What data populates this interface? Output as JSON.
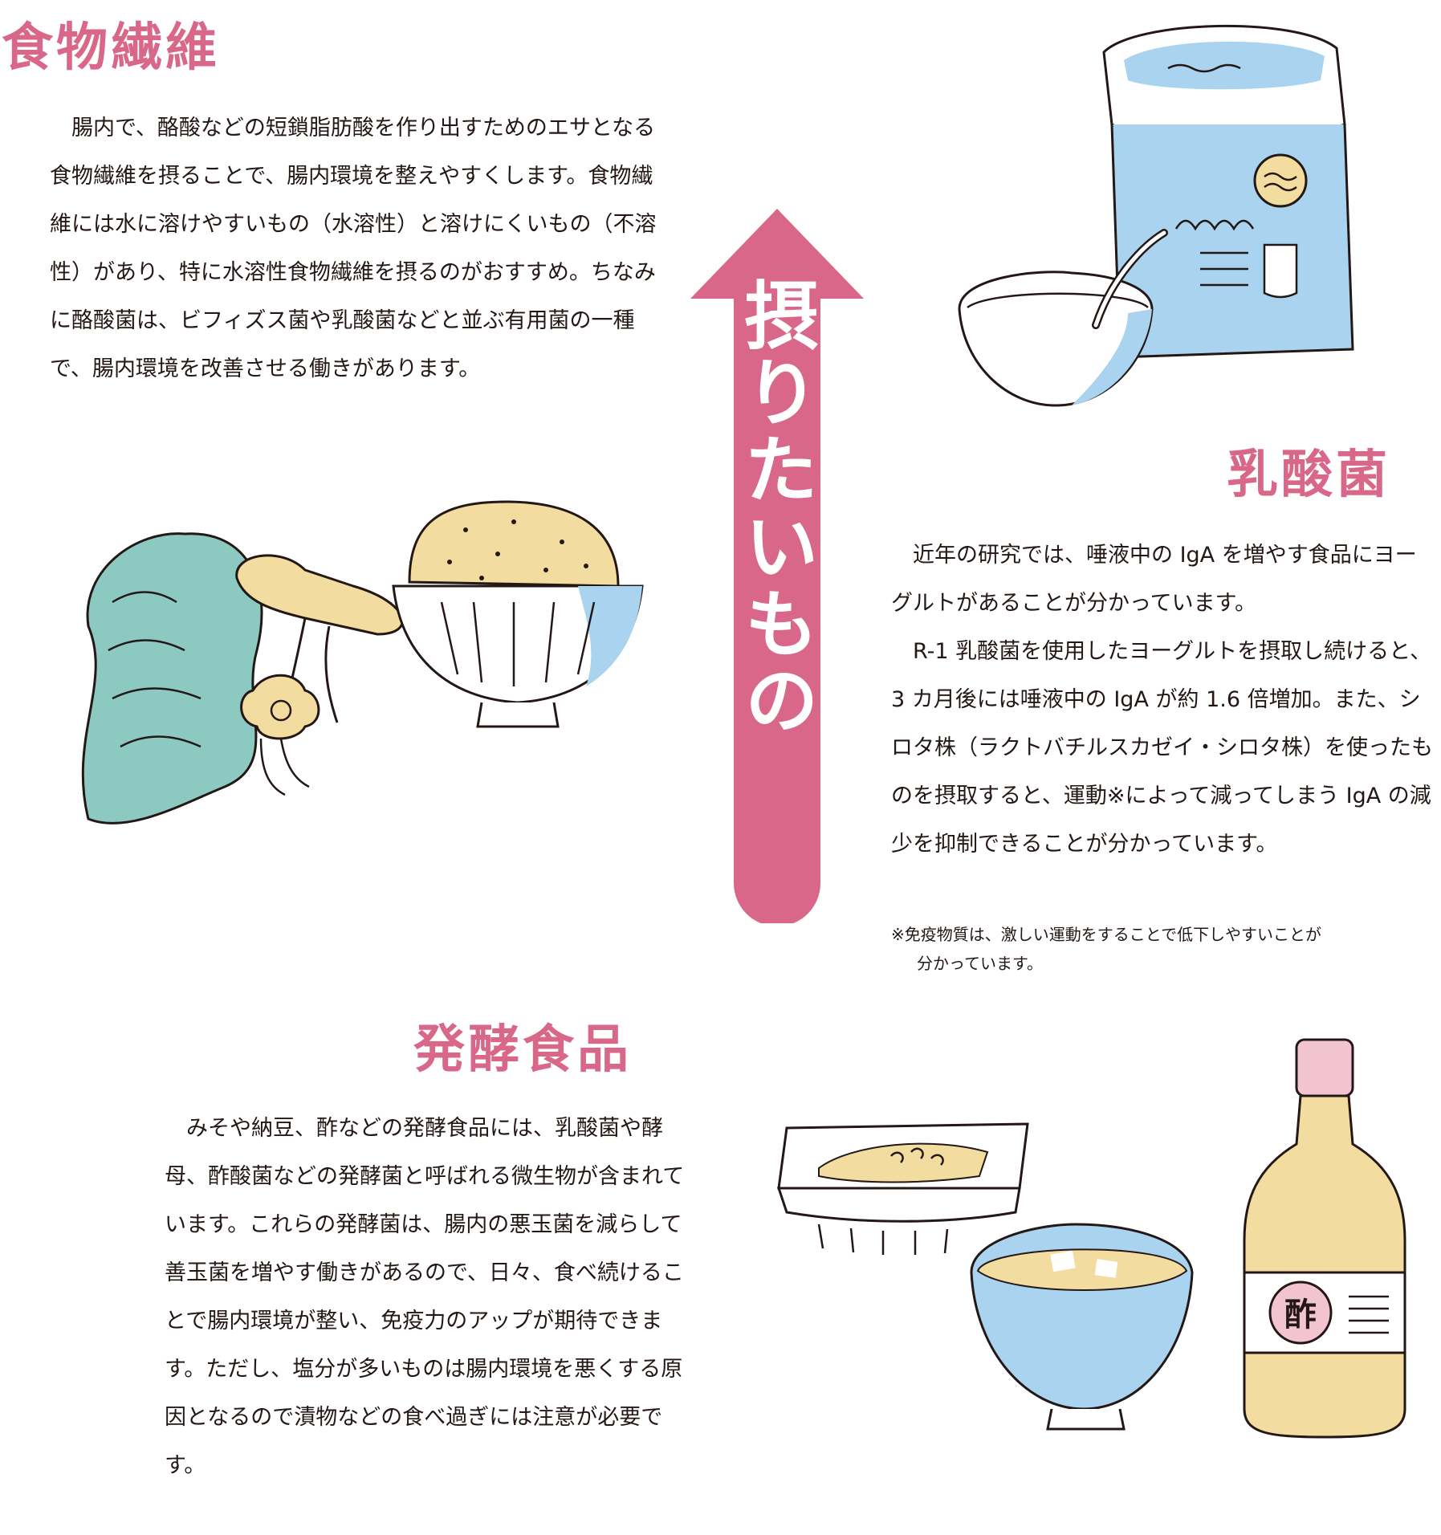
{
  "colors": {
    "accent_pink": "#d9678a",
    "text": "#231815",
    "light_blue": "#a9d3ef",
    "seaweed": "#8cc9c0",
    "cream": "#f3dca0"
  },
  "center_arrow": {
    "label": "摂りたいもの"
  },
  "sections": {
    "fiber": {
      "title": "食物繊維",
      "body": "腸内で、酪酸などの短鎖脂肪酸を作り出すためのエサとなる食物繊維を摂ることで、腸内環境を整えやすくします。食物繊維には水に溶けやすいもの（水溶性）と溶けにくいもの（不溶性）があり、特に水溶性食物繊維を摂るのがおすすめ。ちなみに酪酸菌は、ビフィズス菌や乳酸菌などと並ぶ有用菌の一種で、腸内環境を改善させる働きがあります。",
      "illustration": "seaweed-mushroom-rice-bowl-illustration"
    },
    "lactic": {
      "title": "乳酸菌",
      "body_1": "近年の研究では、唾液中の IgA を増やす食品にヨーグルトがあることが分かっています。",
      "body_2": "R-1 乳酸菌を使用したヨーグルトを摂取し続けると、3 カ月後には唾液中の IgA が約 1.6 倍増加。また、シロタ株（ラクトバチルスカゼイ・シロタ株）を使ったものを摂取すると、運動※によって減ってしまう IgA の減少を抑制できることが分かっています。",
      "note_1": "※免疫物質は、激しい運動をすることで低下しやすいことが",
      "note_2": "分かっています。",
      "illustration": "yogurt-carton-and-bowl-illustration"
    },
    "ferment": {
      "title": "発酵食品",
      "body": "みそや納豆、酢などの発酵食品には、乳酸菌や酵母、酢酸菌などの発酵菌と呼ばれる微生物が含まれています。これらの発酵菌は、腸内の悪玉菌を減らして善玉菌を増やす働きがあるので、日々、食べ続けることで腸内環境が整い、免疫力のアップが期待できます。ただし、塩分が多いものは腸内環境を悪くする原因となるので漬物などの食べ過ぎには注意が必要です。",
      "vinegar_label": "酢",
      "illustration": "natto-miso-soup-vinegar-illustration"
    }
  }
}
